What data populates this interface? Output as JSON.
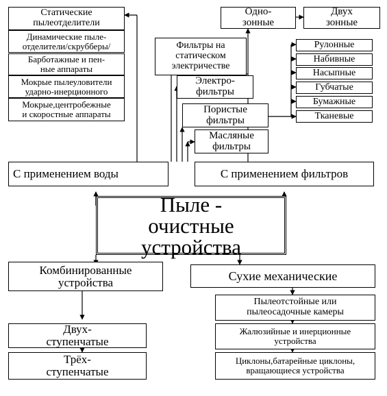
{
  "diagram": {
    "main": "Пыле -\nочистные\nустройства",
    "water": {
      "title": "С применением  воды",
      "items": [
        "Статические\nпылеотделители",
        "Динамические пыле-\nотделители/скрубберы/",
        "Барботажные и пен-\nные аппараты",
        "Мокрые пылеуловители\nударно-инерционного",
        "Мокрые,центробежные\nи скоростные аппараты"
      ]
    },
    "filters": {
      "title": "С применением фильтров",
      "one_zone": "Одно-\nзонные",
      "two_zone": "Двух\nзонные",
      "static_filters": "Фильтры на\nстатическом\nэлектричестве",
      "electro": "Электро-\nфильтры",
      "porous": "Пористые\nфильтры",
      "oil": "Масляные\nфильтры",
      "porous_types": [
        "Рулонные",
        "Набивные",
        "Насыпные",
        "Губчатые",
        "Бумажные",
        "Тканевые"
      ]
    },
    "combined": {
      "title": "Комбинированные\nустройства",
      "two_stage": "Двух-\nступенчатые",
      "three_stage": "Трёх-\nступенчатые"
    },
    "dry": {
      "title": "Сухие механические",
      "items": [
        "Пылеотстойные или\nпылеосадочные камеры",
        "Жалюзийные и инерционные\nустройства",
        "Циклоны,батарейные циклоны,\nвращающиеся устройства"
      ]
    }
  }
}
